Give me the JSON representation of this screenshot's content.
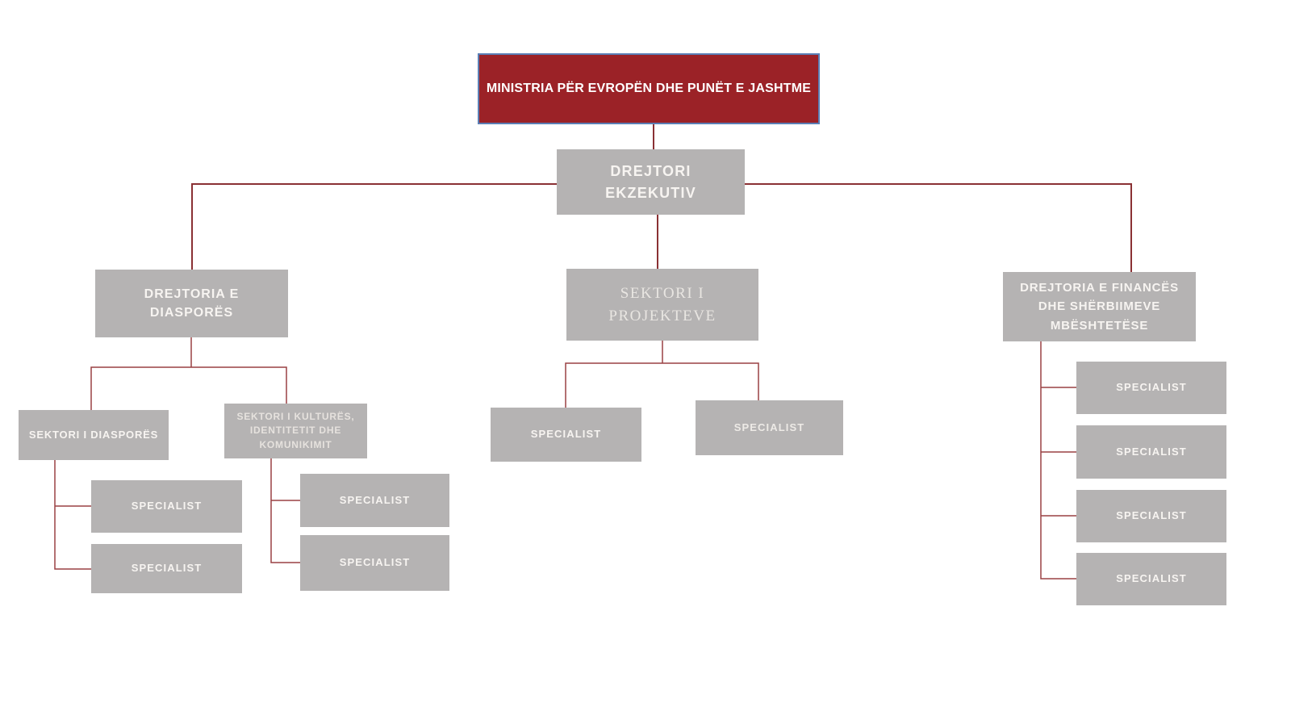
{
  "nodes": {
    "ministry": "MINISTRIA PËR EVROPËN DHE PUNËT E JASHTME",
    "executive_director": "DREJTORI EKZEKUTIV",
    "diaspora_directorate": "DREJTORIA E DIASPORËS",
    "projects_sector": "SEKTORI I PROJEKTEVE",
    "finance_directorate": "DREJTORIA E FINANCËS DHE SHËRBIIMEVE MBËSHTETËSE",
    "diaspora_sector": "SEKTORI I DIASPORËS",
    "culture_sector": "SEKTORI I KULTURËS, IDENTITETIT DHE KOMUNIKIMIT",
    "specialist": "SPECIALIST"
  },
  "colors": {
    "root_fill": "#9B2227",
    "root_border": "#5B7FB5",
    "node_fill": "#B5B3B3",
    "node_text": "#F7F4F1",
    "connector": "#8A3134"
  },
  "hierarchy": {
    "label": "MINISTRIA PËR EVROPËN DHE PUNËT E JASHTME",
    "children": [
      {
        "label": "DREJTORI EKZEKUTIV",
        "children": [
          {
            "label": "DREJTORIA E DIASPORËS",
            "children": [
              {
                "label": "SEKTORI I DIASPORËS",
                "children": [
                  "SPECIALIST",
                  "SPECIALIST"
                ]
              },
              {
                "label": "SEKTORI I KULTURËS, IDENTITETIT DHE KOMUNIKIMIT",
                "children": [
                  "SPECIALIST",
                  "SPECIALIST"
                ]
              }
            ]
          },
          {
            "label": "SEKTORI I PROJEKTEVE",
            "children": [
              "SPECIALIST",
              "SPECIALIST"
            ]
          },
          {
            "label": "DREJTORIA E FINANCËS DHE SHËRBIIMEVE MBËSHTETËSE",
            "children": [
              "SPECIALIST",
              "SPECIALIST",
              "SPECIALIST",
              "SPECIALIST"
            ]
          }
        ]
      }
    ]
  }
}
